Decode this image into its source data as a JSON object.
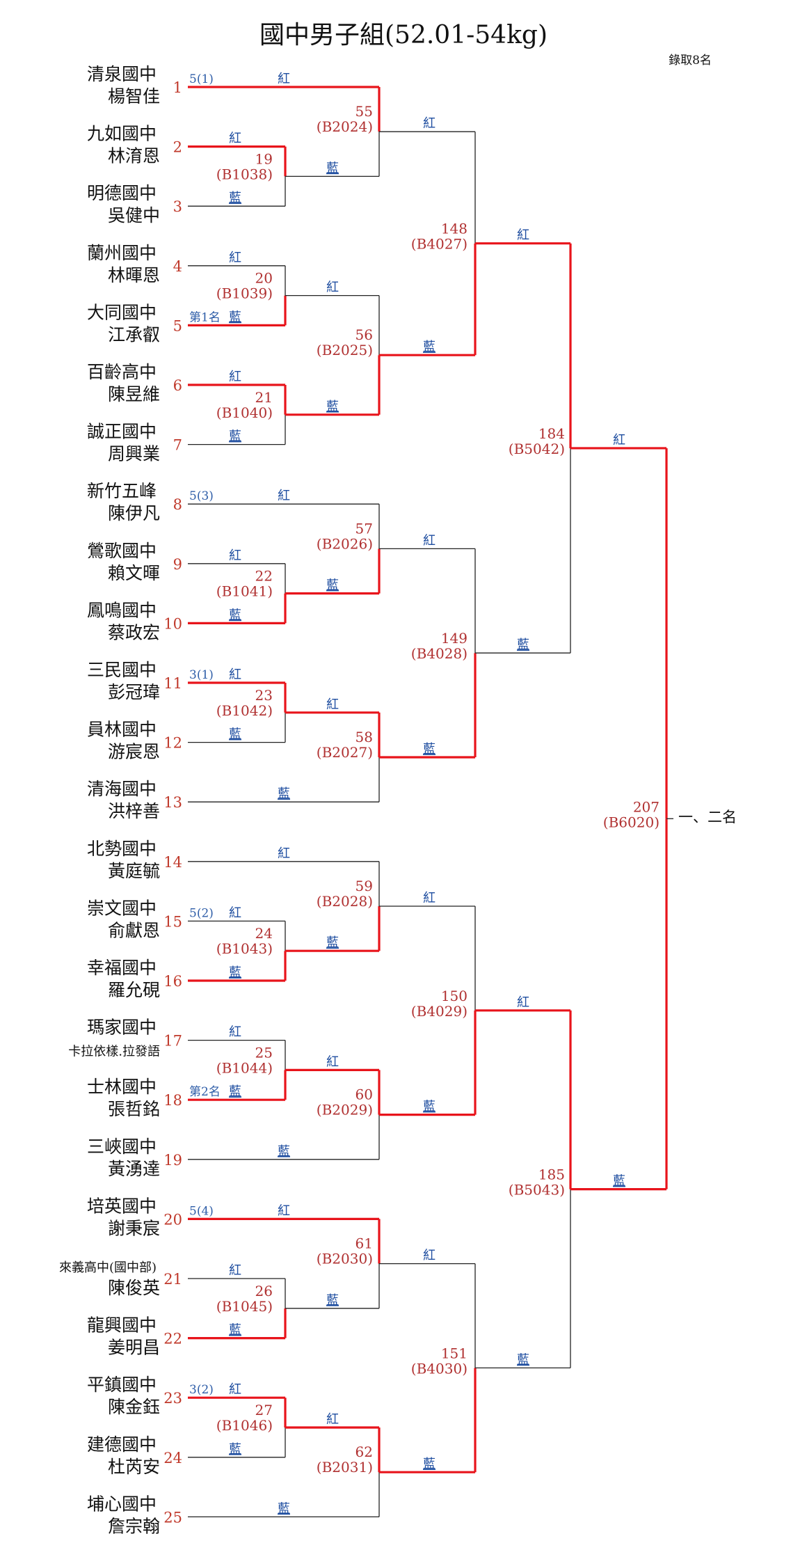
{
  "title": "國中男子組(52.01-54kg)",
  "note": "錄取8名",
  "final_label": "一、二名",
  "corner_labels": {
    "red": "紅",
    "blue": "藍"
  },
  "entries": [
    {
      "seed": "1",
      "school": "清泉國中",
      "athlete": "楊智佳",
      "tag": "5(1)"
    },
    {
      "seed": "2",
      "school": "九如國中",
      "athlete": "林淯恩",
      "tag": ""
    },
    {
      "seed": "3",
      "school": "明德國中",
      "athlete": "吳健中",
      "tag": ""
    },
    {
      "seed": "4",
      "school": "蘭州國中",
      "athlete": "林暉恩",
      "tag": ""
    },
    {
      "seed": "5",
      "school": "大同國中",
      "athlete": "江承叡",
      "tag": "第1名"
    },
    {
      "seed": "6",
      "school": "百齡高中",
      "athlete": "陳昱維",
      "tag": ""
    },
    {
      "seed": "7",
      "school": "誠正國中",
      "athlete": "周興業",
      "tag": ""
    },
    {
      "seed": "8",
      "school": "新竹五峰",
      "athlete": "陳伊凡",
      "tag": "5(3)"
    },
    {
      "seed": "9",
      "school": "鶯歌國中",
      "athlete": "賴文暉",
      "tag": ""
    },
    {
      "seed": "10",
      "school": "鳳鳴國中",
      "athlete": "蔡政宏",
      "tag": ""
    },
    {
      "seed": "11",
      "school": "三民國中",
      "athlete": "彭冠瑋",
      "tag": "3(1)"
    },
    {
      "seed": "12",
      "school": "員林國中",
      "athlete": "游宸恩",
      "tag": ""
    },
    {
      "seed": "13",
      "school": "清海國中",
      "athlete": "洪梓善",
      "tag": ""
    },
    {
      "seed": "14",
      "school": "北勢國中",
      "athlete": "黃庭毓",
      "tag": ""
    },
    {
      "seed": "15",
      "school": "崇文國中",
      "athlete": "俞獻恩",
      "tag": "5(2)"
    },
    {
      "seed": "16",
      "school": "幸福國中",
      "athlete": "羅允硯",
      "tag": ""
    },
    {
      "seed": "17",
      "school": "瑪家國中",
      "athlete": "卡拉依樣.拉發語",
      "tag": ""
    },
    {
      "seed": "18",
      "school": "士林國中",
      "athlete": "張哲銘",
      "tag": "第2名"
    },
    {
      "seed": "19",
      "school": "三峽國中",
      "athlete": "黃湧達",
      "tag": ""
    },
    {
      "seed": "20",
      "school": "培英國中",
      "athlete": "謝秉宸",
      "tag": "5(4)"
    },
    {
      "seed": "21",
      "school": "來義高中(國中部)",
      "athlete": "陳俊英",
      "tag": ""
    },
    {
      "seed": "22",
      "school": "龍興國中",
      "athlete": "姜明昌",
      "tag": ""
    },
    {
      "seed": "23",
      "school": "平鎮國中",
      "athlete": "陳金鈺",
      "tag": "3(2)"
    },
    {
      "seed": "24",
      "school": "建德國中",
      "athlete": "杜芮安",
      "tag": ""
    },
    {
      "seed": "25",
      "school": "埔心國中",
      "athlete": "詹宗翰",
      "tag": ""
    }
  ],
  "matches": [
    {
      "num": "19",
      "code": "(B1038)"
    },
    {
      "num": "20",
      "code": "(B1039)"
    },
    {
      "num": "21",
      "code": "(B1040)"
    },
    {
      "num": "22",
      "code": "(B1041)"
    },
    {
      "num": "23",
      "code": "(B1042)"
    },
    {
      "num": "24",
      "code": "(B1043)"
    },
    {
      "num": "25",
      "code": "(B1044)"
    },
    {
      "num": "26",
      "code": "(B1045)"
    },
    {
      "num": "27",
      "code": "(B1046)"
    },
    {
      "num": "55",
      "code": "(B2024)"
    },
    {
      "num": "56",
      "code": "(B2025)"
    },
    {
      "num": "57",
      "code": "(B2026)"
    },
    {
      "num": "58",
      "code": "(B2027)"
    },
    {
      "num": "59",
      "code": "(B2028)"
    },
    {
      "num": "60",
      "code": "(B2029)"
    },
    {
      "num": "61",
      "code": "(B2030)"
    },
    {
      "num": "62",
      "code": "(B2031)"
    },
    {
      "num": "148",
      "code": "(B4027)"
    },
    {
      "num": "149",
      "code": "(B4028)"
    },
    {
      "num": "150",
      "code": "(B4029)"
    },
    {
      "num": "151",
      "code": "(B4030)"
    },
    {
      "num": "184",
      "code": "(B5042)"
    },
    {
      "num": "185",
      "code": "(B5043)"
    },
    {
      "num": "207",
      "code": "(B6020)"
    }
  ]
}
